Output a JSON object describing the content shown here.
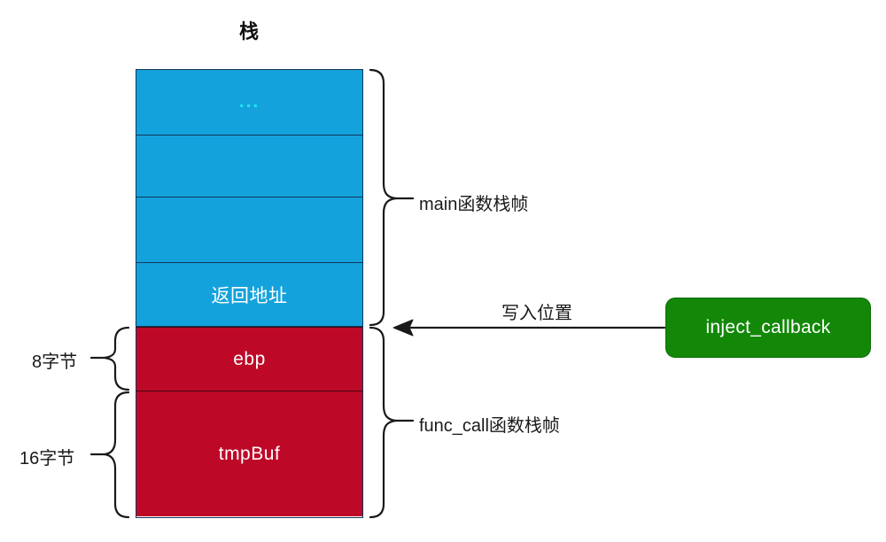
{
  "diagram": {
    "title": "栈",
    "stack": {
      "frames": [
        {
          "name": "main-frame",
          "color": "#14a2dc",
          "bracket_label": "main函数栈帧",
          "cells": [
            {
              "label": "...",
              "kind": "ellipsis"
            },
            {
              "label": "",
              "kind": "empty"
            },
            {
              "label": "",
              "kind": "empty"
            },
            {
              "label": "返回地址",
              "kind": "text"
            }
          ]
        },
        {
          "name": "func-call-frame",
          "color": "#bd0927",
          "bracket_label": "func_call函数栈帧",
          "cells": [
            {
              "label": "ebp",
              "kind": "text",
              "size_label": "8字节"
            },
            {
              "label": "tmpBuf",
              "kind": "text",
              "size_label": "16字节"
            }
          ]
        }
      ]
    },
    "size_brackets": [
      {
        "label": "8字节",
        "target": "ebp"
      },
      {
        "label": "16字节",
        "target": "tmpBuf"
      }
    ],
    "annotations": {
      "write_position": "写入位置"
    },
    "nodes": [
      {
        "name": "inject-callback",
        "label": "inject_callback",
        "color": "#138808",
        "text_color": "#ffffff"
      }
    ],
    "colors": {
      "stack_blue": "#14a2dc",
      "stack_red": "#bd0927",
      "node_green": "#138808",
      "blue_border": "#11365b",
      "red_border": "#4a0010",
      "line": "#1a1a1a",
      "dots": "#21e3f0"
    }
  }
}
